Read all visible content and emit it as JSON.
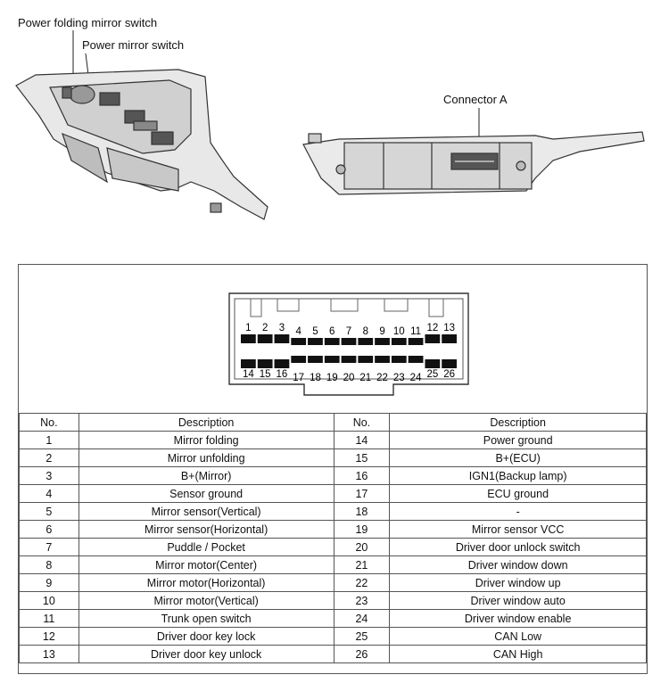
{
  "labels": {
    "folding_switch": "Power folding mirror switch",
    "mirror_switch": "Power mirror switch",
    "connector_a": "Connector A"
  },
  "table": {
    "headers": [
      "No.",
      "Description",
      "No.",
      "Description"
    ],
    "rows": [
      [
        "1",
        "Mirror folding",
        "14",
        "Power ground"
      ],
      [
        "2",
        "Mirror unfolding",
        "15",
        "B+(ECU)"
      ],
      [
        "3",
        "B+(Mirror)",
        "16",
        "IGN1(Backup lamp)"
      ],
      [
        "4",
        "Sensor ground",
        "17",
        "ECU ground"
      ],
      [
        "5",
        "Mirror sensor(Vertical)",
        "18",
        "-"
      ],
      [
        "6",
        "Mirror sensor(Horizontal)",
        "19",
        "Mirror sensor VCC"
      ],
      [
        "7",
        "Puddle / Pocket",
        "20",
        "Driver door unlock switch"
      ],
      [
        "8",
        "Mirror motor(Center)",
        "21",
        "Driver window down"
      ],
      [
        "9",
        "Mirror motor(Horizontal)",
        "22",
        "Driver window up"
      ],
      [
        "10",
        "Mirror motor(Vertical)",
        "23",
        "Driver window auto"
      ],
      [
        "11",
        "Trunk open switch",
        "24",
        "Driver window enable"
      ],
      [
        "12",
        "Driver door key lock",
        "25",
        "CAN Low"
      ],
      [
        "13",
        "Driver door key unlock",
        "26",
        "CAN High"
      ]
    ]
  },
  "connector": {
    "top_pins": [
      "1",
      "2",
      "3",
      "4",
      "5",
      "6",
      "7",
      "8",
      "9",
      "10",
      "11",
      "12",
      "13"
    ],
    "bottom_pins": [
      "14",
      "15",
      "16",
      "17",
      "18",
      "19",
      "20",
      "21",
      "22",
      "23",
      "24",
      "25",
      "26"
    ]
  }
}
